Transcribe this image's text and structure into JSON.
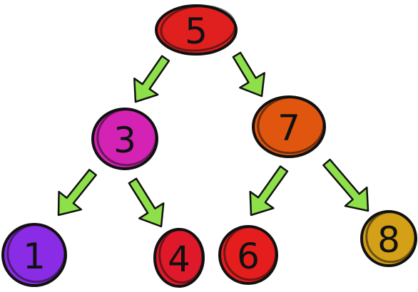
{
  "diagram": {
    "type": "binary-search-tree",
    "nodes": [
      {
        "id": "n5",
        "label": "5",
        "color": "#e01f1f"
      },
      {
        "id": "n3",
        "label": "3",
        "color": "#d322b4"
      },
      {
        "id": "n7",
        "label": "7",
        "color": "#e0560f"
      },
      {
        "id": "n1",
        "label": "1",
        "color": "#8a2be6"
      },
      {
        "id": "n4",
        "label": "4",
        "color": "#e0192a"
      },
      {
        "id": "n6",
        "label": "6",
        "color": "#e61d1d"
      },
      {
        "id": "n8",
        "label": "8",
        "color": "#d4a017"
      }
    ],
    "edges": [
      {
        "from": "n5",
        "to": "n3"
      },
      {
        "from": "n5",
        "to": "n7"
      },
      {
        "from": "n3",
        "to": "n1"
      },
      {
        "from": "n3",
        "to": "n4"
      },
      {
        "from": "n7",
        "to": "n6"
      },
      {
        "from": "n7",
        "to": "n8"
      }
    ],
    "arrow_color": "#8ee04a"
  }
}
